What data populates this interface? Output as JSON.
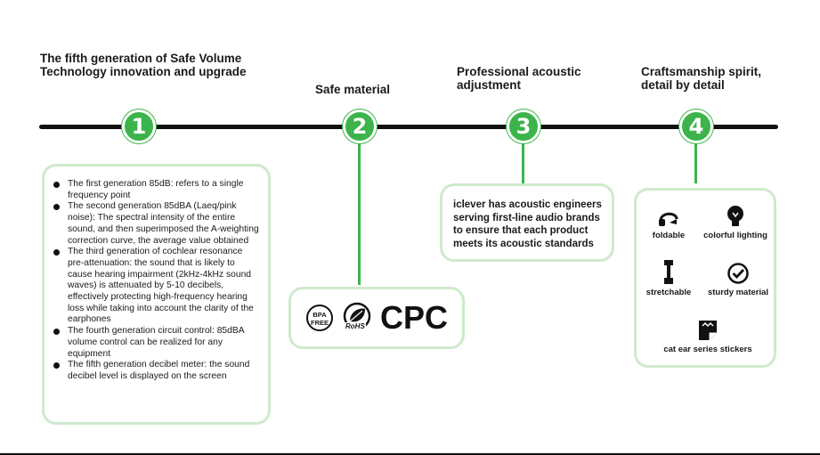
{
  "sections": [
    {
      "number": "1",
      "heading": "The fifth generation of Safe Volume Technology innovation and upgrade",
      "items": [
        "The first generation 85dB: refers to a single frequency point",
        "The second generation 85dBA (Laeq/pink noise): The spectral intensity of the entire sound, and then superimposed the A-weighting correction curve, the average value obtained",
        "The third generation of cochlear resonance pre-attenuation: the sound that is likely to cause hearing impairment (2kHz-4kHz sound waves) is attenuated by 5-10 decibels, effectively protecting high-frequency hearing loss while taking into account the clarity of the earphones",
        "The fourth generation circuit control: 85dBA volume control can be realized for any equipment",
        "The fifth generation decibel meter: the sound decibel level is displayed on the screen"
      ]
    },
    {
      "number": "2",
      "heading": "Safe material",
      "certs": {
        "bpa": "BPA FREE",
        "rohs": "RoHS",
        "cpc": "CPC"
      }
    },
    {
      "number": "3",
      "heading": "Professional acoustic adjustment",
      "text": "iclever has acoustic engineers serving first-line audio brands to ensure that each product meets its acoustic standards"
    },
    {
      "number": "4",
      "heading": "Craftsmanship spirit, detail by detail",
      "features": [
        {
          "label": "foldable",
          "icon": "foldable-headphone-icon"
        },
        {
          "label": "colorful lighting",
          "icon": "rgb-bulb-icon"
        },
        {
          "label": "stretchable",
          "icon": "stretch-icon"
        },
        {
          "label": "sturdy material",
          "icon": "check-circle-icon"
        },
        {
          "label": "cat ear series stickers",
          "icon": "sticker-icon"
        }
      ]
    }
  ],
  "colors": {
    "accent": "#3cb44b",
    "box_border": "#cfe9cc",
    "text": "#1a1a1a"
  }
}
